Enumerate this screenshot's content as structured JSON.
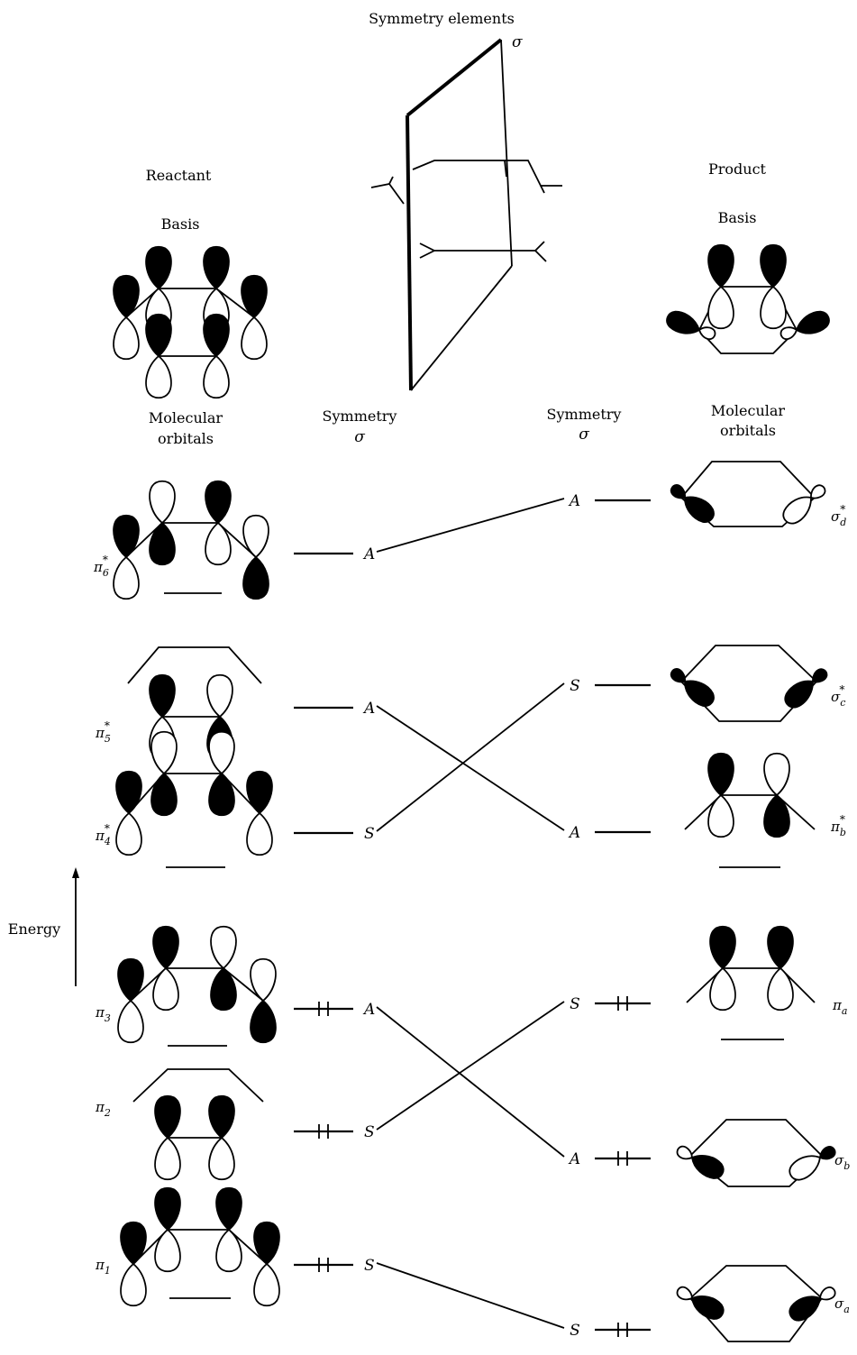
{
  "title": "Symmetry elements",
  "reactant": {
    "header": "Reactant",
    "basis": "Basis",
    "mo_header": [
      "Molecular",
      "orbitals"
    ],
    "sym_header": [
      "Symmetry",
      "σ"
    ],
    "orbitals": [
      {
        "label": "π",
        "sub": "6",
        "star": "*",
        "sym": "A",
        "electrons": ""
      },
      {
        "label": "π",
        "sub": "5",
        "star": "*",
        "sym": "A",
        "electrons": ""
      },
      {
        "label": "π",
        "sub": "4",
        "star": "*",
        "sym": "S",
        "electrons": ""
      },
      {
        "label": "π",
        "sub": "3",
        "star": "",
        "sym": "A",
        "electrons": "two"
      },
      {
        "label": "π",
        "sub": "2",
        "star": "",
        "sym": "S",
        "electrons": "two"
      },
      {
        "label": "π",
        "sub": "1",
        "star": "",
        "sym": "S",
        "electrons": "two"
      }
    ]
  },
  "product": {
    "header": "Product",
    "basis": "Basis",
    "mo_header": [
      "Molecular",
      "orbitals"
    ],
    "sym_header": [
      "Symmetry",
      "σ"
    ],
    "orbitals": [
      {
        "label": "σ",
        "sub": "d",
        "star": "*",
        "sym": "A",
        "electrons": ""
      },
      {
        "label": "σ",
        "sub": "c",
        "star": "*",
        "sym": "S",
        "electrons": ""
      },
      {
        "label": "π",
        "sub": "b",
        "star": "*",
        "sym": "A",
        "electrons": ""
      },
      {
        "label": "π",
        "sub": "a",
        "star": "",
        "sym": "S",
        "electrons": "two"
      },
      {
        "label": "σ",
        "sub": "b",
        "star": "",
        "sym": "A",
        "electrons": "two"
      },
      {
        "label": "σ",
        "sub": "a",
        "star": "",
        "sym": "S",
        "electrons": "two"
      }
    ]
  },
  "plane_label": "σ",
  "energy_label": "Energy",
  "correlations": [
    {
      "from": "π6*",
      "to": "σd*"
    },
    {
      "from": "π5*",
      "to": "πb*"
    },
    {
      "from": "π4*",
      "to": "σc*"
    },
    {
      "from": "π3",
      "to": "σb"
    },
    {
      "from": "π2",
      "to": "πa"
    },
    {
      "from": "π1",
      "to": "σa"
    }
  ]
}
